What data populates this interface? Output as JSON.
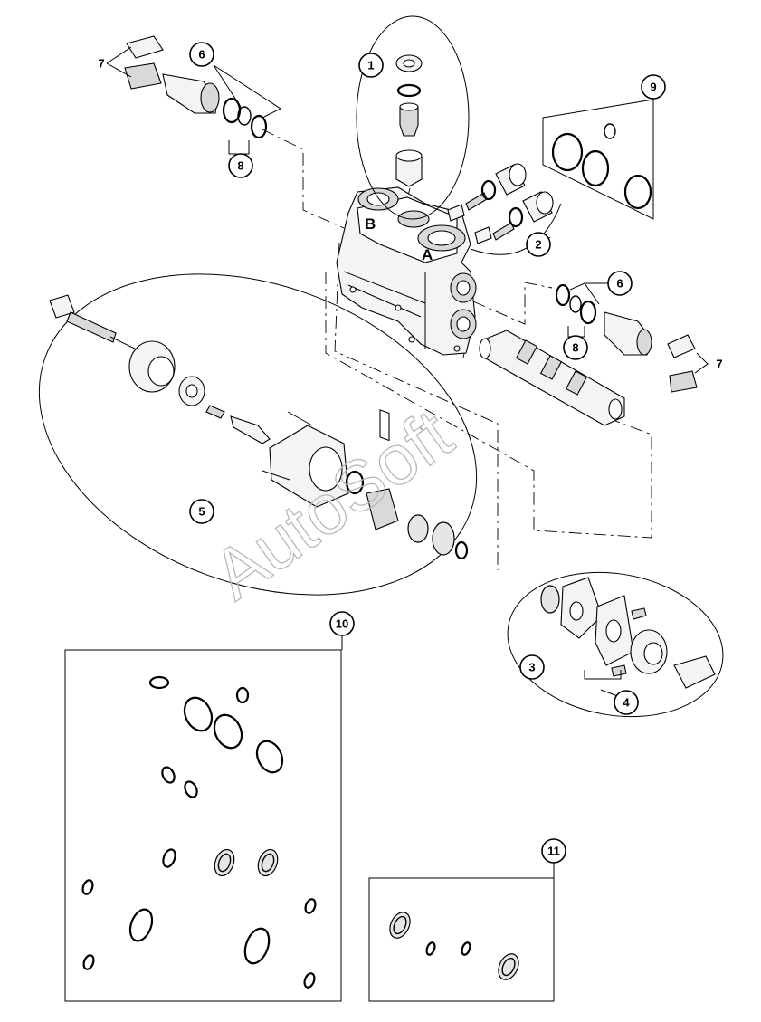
{
  "diagram": {
    "port_labels": {
      "a": "A",
      "b": "B"
    },
    "watermark": "AutoSoft",
    "callouts": {
      "c1": "1",
      "c2": "2",
      "c3": "3",
      "c4": "4",
      "c5": "5",
      "c6a": "6",
      "c6b": "6",
      "c8a": "8",
      "c8b": "8",
      "c9": "9",
      "c10": "10",
      "c11": "11"
    },
    "side_labels": {
      "s7a": "7",
      "s7b": "7"
    }
  }
}
